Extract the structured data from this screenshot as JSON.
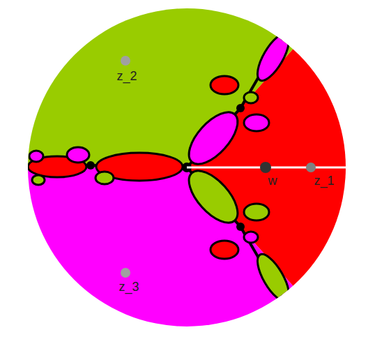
{
  "diagram": {
    "labels": [
      "z_2",
      "w",
      "z_1",
      "z_3"
    ]
  }
}
